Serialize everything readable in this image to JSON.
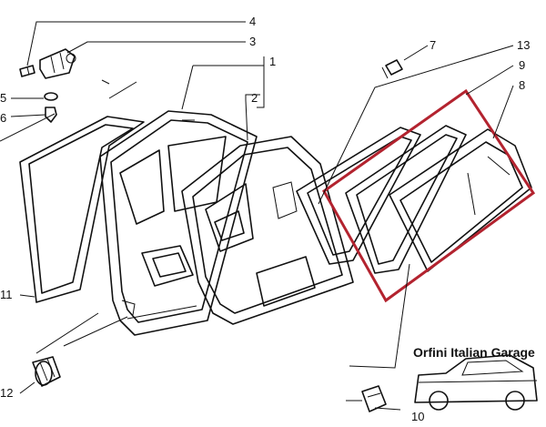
{
  "diagram": {
    "callouts": [
      {
        "id": "c1",
        "label": "1"
      },
      {
        "id": "c2",
        "label": "2"
      },
      {
        "id": "c3",
        "label": "3"
      },
      {
        "id": "c4",
        "label": "4"
      },
      {
        "id": "c5",
        "label": "5"
      },
      {
        "id": "c6",
        "label": "6"
      },
      {
        "id": "c7",
        "label": "7"
      },
      {
        "id": "c8",
        "label": "8"
      },
      {
        "id": "c9",
        "label": "9"
      },
      {
        "id": "c10",
        "label": "10"
      },
      {
        "id": "c11",
        "label": "11"
      },
      {
        "id": "c12",
        "label": "12"
      },
      {
        "id": "c13",
        "label": "13"
      }
    ],
    "highlight_color": "#b3232f",
    "line_color": "#111111"
  },
  "watermark": {
    "text": "Orfini Italian Garage"
  }
}
